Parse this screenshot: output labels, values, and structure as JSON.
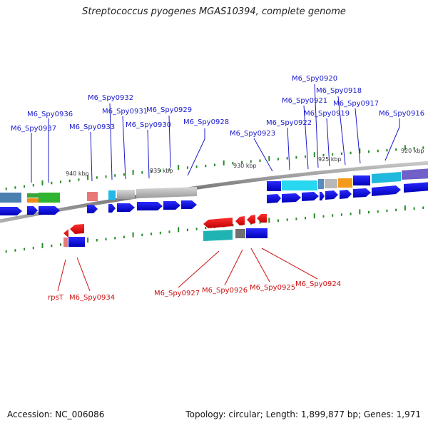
{
  "title": "Streptococcus pyogenes MGAS10394, complete genome",
  "accession": "Accession: NC_006086",
  "topology": "Topology: circular; Length: 1,899,877 bp; Genes: 1,971",
  "colors": {
    "forward_label": "#1a1acc",
    "reverse_label": "#cc1111",
    "backbone": "#7a7a7a",
    "tick": "#2a8a2a"
  },
  "kbp_labels": [
    "940 kbp",
    "935 kbp",
    "930 kbp",
    "925 kbp",
    "920 kbp"
  ],
  "forward_genes": [
    "M6_Spy0937",
    "M6_Spy0936",
    "M6_Spy0933",
    "M6_Spy0932",
    "M6_Spy0931",
    "M6_Spy0930",
    "M6_Spy0929",
    "M6_Spy0928",
    "M6_Spy0923",
    "M6_Spy0922",
    "M6_Spy0921",
    "M6_Spy0920",
    "M6_Spy0919",
    "M6_Spy0918",
    "M6_Spy0917",
    "M6_Spy0916"
  ],
  "reverse_genes": [
    "rpsT",
    "M6_Spy0934",
    "M6_Spy0927",
    "M6_Spy0926",
    "M6_Spy0925",
    "M6_Spy0924"
  ]
}
